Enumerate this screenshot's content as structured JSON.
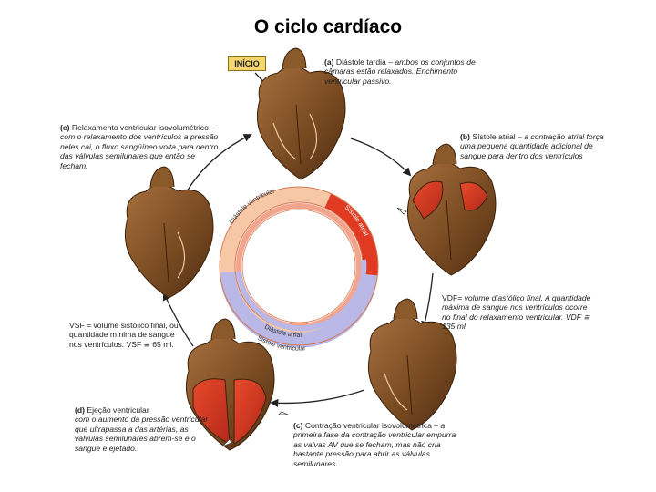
{
  "title": "O ciclo cardíaco",
  "start_label": "INÍCIO",
  "ring": {
    "outer_label": "Diástole ventricular",
    "sistole_atrial_label": "Sístole atrial",
    "diastole_atrial_label": "Diástole atrial",
    "sistole_ventricular_label": "Sístole ventricular",
    "colors": {
      "diastole": "#f7c8a6",
      "sistole_atrial": "#e03b22",
      "sistole": "#b9b8e6"
    }
  },
  "stages": {
    "a": {
      "letter": "(a)",
      "title": "Diástole tardia",
      "dash": " – ",
      "rest": "ambos os conjuntos de câmaras estão relaxados. Enchimento ventricular passivo."
    },
    "b": {
      "letter": "(b)",
      "title": "Sístole atrial",
      "dash": " – ",
      "rest": "a contração atrial força uma pequena quantidade adicional de sangue para dentro dos ventrículos"
    },
    "c": {
      "letter": "(c)",
      "title": "Contração ventricular isovolumétrica",
      "dash": " – ",
      "rest": "a primeira fase da contração ventricular empurra as valvas AV que se fecham, mas não cria bastante pressão para abrir as válvulas semilunares."
    },
    "d": {
      "letter": "(d)",
      "title": "Ejeção ventricular",
      "dash": "",
      "rest": "com o aumento da pressão ventricular que ultrapassa a das artérias, as válvulas semilunares abrem-se e o sangue é ejetado."
    },
    "e": {
      "letter": "(e)",
      "title": "Relaxamento ventricular isovolumétrico",
      "dash": " – ",
      "rest": "com o relaxamento dos ventrículos a pressão neles cai, o fluxo sangüíneo volta para dentro das válvulas semilunares que então se fecham."
    }
  },
  "notes": {
    "vdf_lead": "VDF= ",
    "vdf_italic": "volume diastólico final. A quantidade máxima de sangue nos ventrículos ocorre no final do relaxamento ventricular. VDF ≅ 135 ml.",
    "vsf": "VSF = volume sistólico final, ou quantidade mínima de sangue nos ventrículos. VSF ≅ 65 ml."
  }
}
